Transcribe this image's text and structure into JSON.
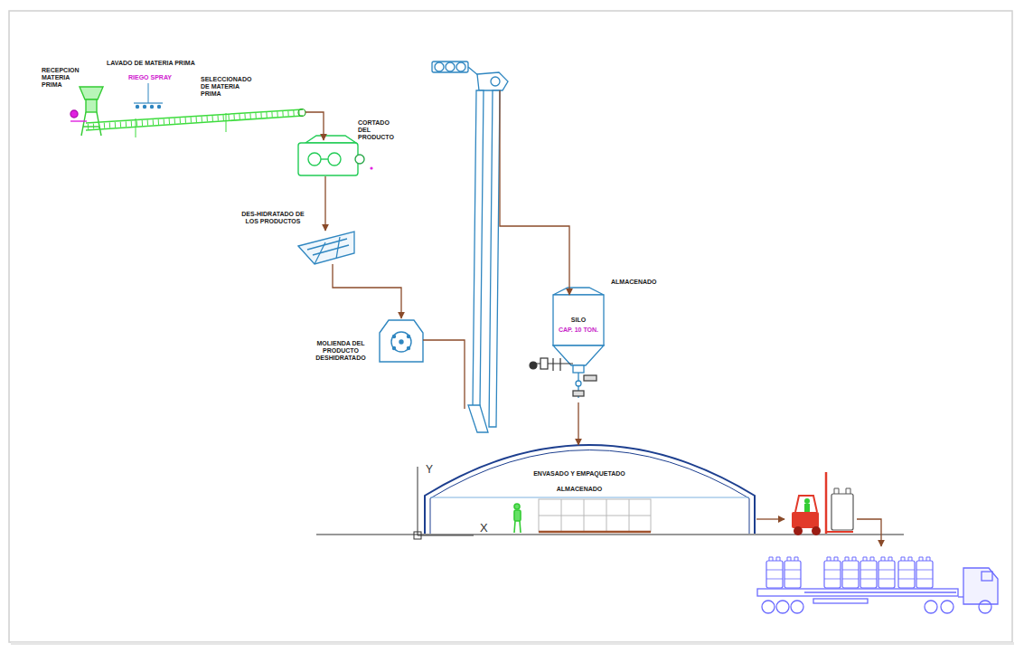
{
  "diagram": {
    "nodes": [
      {
        "text": [
          "RECEPCION MATERIA PRIMA"
        ]
      },
      {
        "text": [
          "LAVADO DE MATERIA PRIMA",
          "SELECCIONADO DE MATERIA PRIMA"
        ]
      },
      {
        "text": [
          "CORTADO DEL PRODUCTO"
        ]
      },
      {
        "text": [
          "DES-HIDRATADO DE LOS PRODUCTOS"
        ]
      },
      {
        "text": [
          "MOLIENDA DEL PRODUCTO DESHIDRATADO"
        ]
      },
      {
        "text": [
          "ALMACENADO",
          "SILO",
          "CAP. 10 TON."
        ]
      },
      {
        "text": [
          "ENVASADO Y EMPAQUETADO",
          "ALMACENADO"
        ]
      }
    ],
    "edges": [
      {
        "from": 1,
        "to": 2,
        "arrow": "to"
      },
      {
        "from": 2,
        "to": 3,
        "arrow": "to"
      },
      {
        "from": 3,
        "to": 4,
        "arrow": "to"
      },
      {
        "from": 4,
        "to": 5,
        "arrow": "to"
      },
      {
        "from": 5,
        "to": 6,
        "arrow": "to"
      }
    ],
    "labels": [
      "RIEGO SPRAY",
      "Y",
      "X"
    ]
  }
}
